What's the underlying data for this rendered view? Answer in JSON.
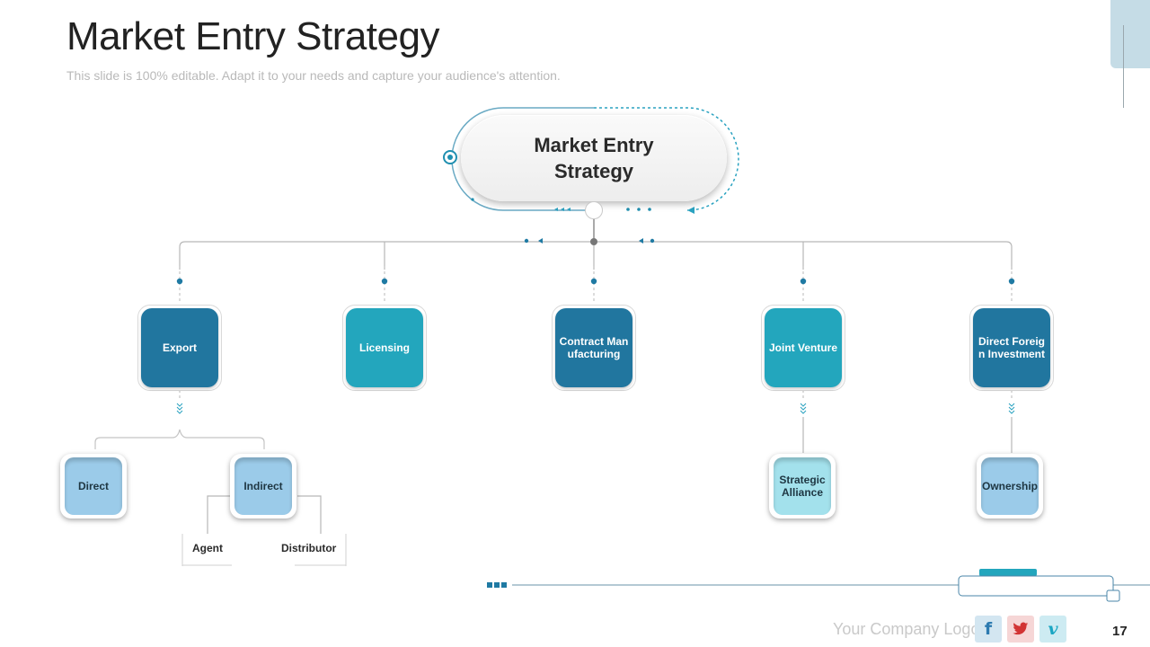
{
  "slide": {
    "title": "Market Entry Strategy",
    "subtitle": "This slide is 100% editable. Adapt it to your needs and capture your audience's attention."
  },
  "root": {
    "label": "Market Entry Strategy"
  },
  "branches": [
    {
      "label": "Export",
      "style": "dark"
    },
    {
      "label": "Licensing",
      "style": "teal"
    },
    {
      "label": "Contract Manufacturing",
      "style": "dark"
    },
    {
      "label": "Joint Venture",
      "style": "teal"
    },
    {
      "label": "Direct Foreign Investment",
      "style": "dark"
    }
  ],
  "sub_nodes": [
    {
      "label": "Direct",
      "parent": "Export"
    },
    {
      "label": "Indirect",
      "parent": "Export"
    },
    {
      "label": "Strategic Alliance",
      "parent": "Joint Venture"
    },
    {
      "label": "Ownership",
      "parent": "Direct Foreign Investment"
    }
  ],
  "leaves": [
    {
      "label": "Agent",
      "parent": "Indirect"
    },
    {
      "label": "Distributor",
      "parent": "Indirect"
    }
  ],
  "footer": {
    "logo_text": "Your Company Logo",
    "social_icons": [
      "facebook-icon",
      "twitter-icon",
      "vimeo-icon"
    ],
    "page_number": "17"
  },
  "colors": {
    "branch_dark": "#21769f",
    "branch_teal": "#23a6bd",
    "sub_blue": "#9bcbe9",
    "sub_cyan": "#a3e1ec",
    "accent": "#1f8fb0"
  }
}
